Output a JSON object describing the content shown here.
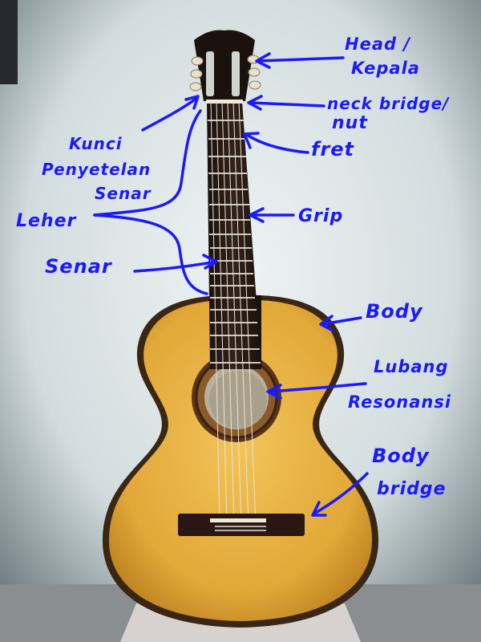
{
  "labels": {
    "head": "Head /",
    "kepala": "Kepala",
    "neck_bridge": "neck bridge/",
    "nut": "nut",
    "fret": "fret",
    "kunci_1": "Kunci",
    "kunci_2": "Penyetelan",
    "kunci_3": "Senar",
    "leher": "Leher",
    "grip": "Grip",
    "senar": "Senar",
    "body": "Body",
    "lubang_1": "Lubang",
    "lubang_2": "Resonansi",
    "body_bridge_1": "Body",
    "body_bridge_2": "bridge"
  },
  "colors": {
    "ink": "#1a1aff",
    "wall": "#d8e2e4",
    "guitar_top": "#e0a833",
    "fretboard": "#2a1c16",
    "bridge": "#2a1712"
  }
}
